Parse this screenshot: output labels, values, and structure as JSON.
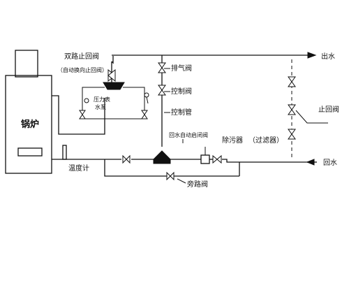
{
  "labels": {
    "boiler": "锅炉",
    "dual_check_valve": "双路止回阀",
    "dual_check_valve_note": "（自动换向止回阀）",
    "pressure_gauge": "压力表",
    "water_pump": "水泵",
    "air_vent_valve": "排气阀",
    "control_valve": "控制阀",
    "control_pipe": "控制管",
    "return_auto_valve": "回水自动启闭阀",
    "decontaminator": "除污器",
    "filter_note": "（过滤器）",
    "thermometer": "温度计",
    "bypass_valve": "旁路阀",
    "outlet": "出水",
    "check_valve": "止回阀",
    "return_water": "回水"
  }
}
